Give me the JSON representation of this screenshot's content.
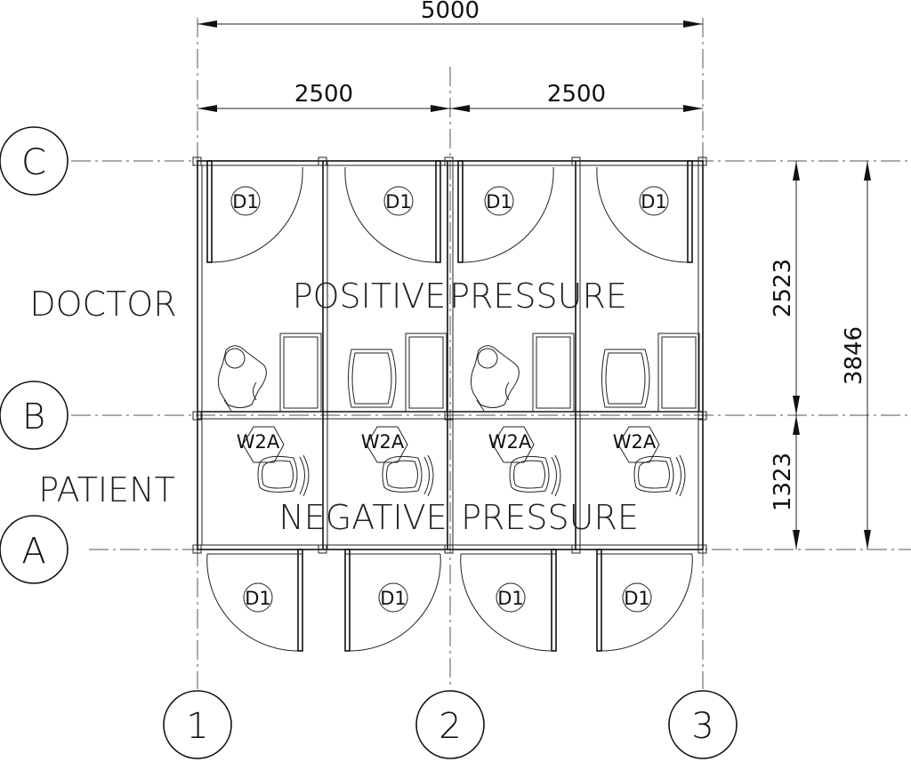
{
  "dimensions": {
    "overall": "5000",
    "bay_left": "2500",
    "bay_right": "2500",
    "doctor_zone": "2523",
    "patient_zone": "1323",
    "total_height": "3846"
  },
  "grid": {
    "rows": [
      "C",
      "B",
      "A"
    ],
    "cols": [
      "1",
      "2",
      "3"
    ]
  },
  "zones": {
    "doctor": "DOCTOR",
    "patient": "PATIENT",
    "positive_1": "POSITIVE",
    "positive_2": "PRESSURE",
    "negative_1": "NEGATIVE",
    "negative_2": "PRESSURE"
  },
  "tags": {
    "door": "D1",
    "window": "W2A"
  }
}
